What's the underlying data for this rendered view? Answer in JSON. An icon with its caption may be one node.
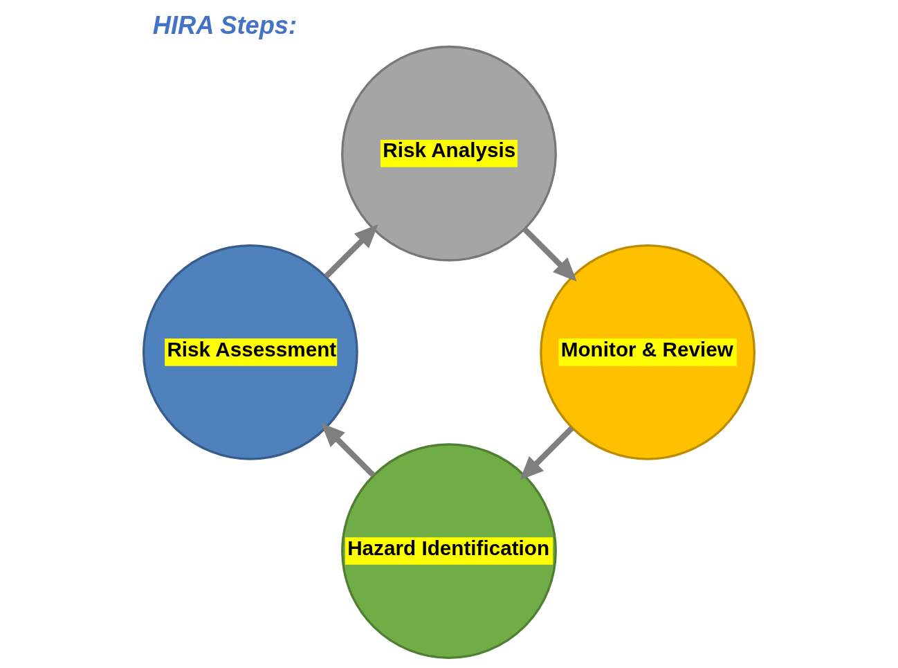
{
  "diagram": {
    "title": "HIRA Steps:",
    "nodes": [
      {
        "text": [
          "Hazard Identification"
        ]
      },
      {
        "text": [
          "Risk Assessment"
        ]
      },
      {
        "text": [
          "Risk Analysis"
        ]
      },
      {
        "text": [
          "Monitor & Review"
        ]
      }
    ],
    "edges": [
      {
        "from": 0,
        "to": 1,
        "arrow": "to"
      },
      {
        "from": 1,
        "to": 2,
        "arrow": "to"
      },
      {
        "from": 2,
        "to": 3,
        "arrow": "to"
      },
      {
        "from": 3,
        "to": 0,
        "arrow": "to"
      }
    ]
  }
}
